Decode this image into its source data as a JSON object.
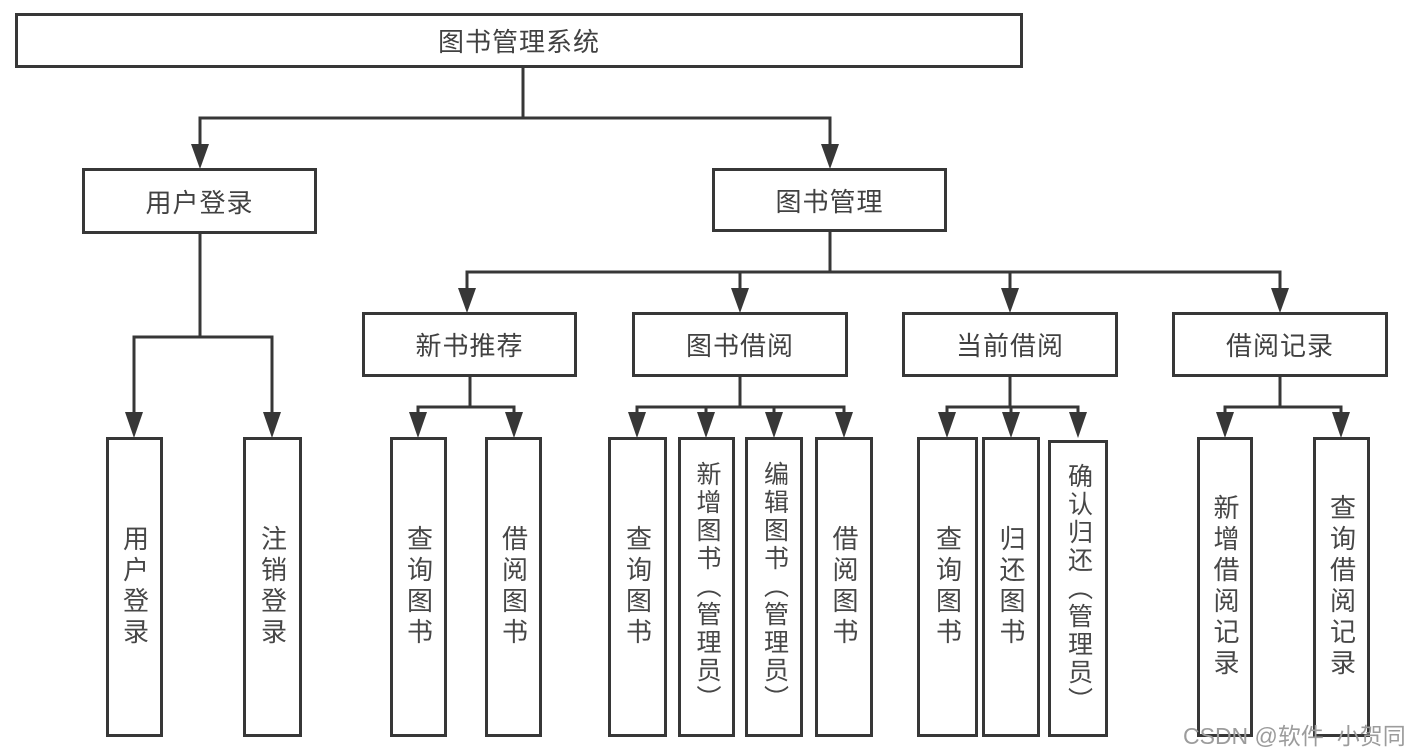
{
  "diagram": {
    "title": "图书管理系统",
    "branches": {
      "user": {
        "label": "用户登录",
        "children": [
          {
            "label": "用户登录"
          },
          {
            "label": "注销登录"
          }
        ]
      },
      "books": {
        "label": "图书管理",
        "groups": [
          {
            "label": "新书推荐",
            "children": [
              {
                "label": "查询图书"
              },
              {
                "label": "借阅图书"
              }
            ]
          },
          {
            "label": "图书借阅",
            "children": [
              {
                "label": "查询图书"
              },
              {
                "label": "新增图书（管理员）"
              },
              {
                "label": "编辑图书（管理员）"
              },
              {
                "label": "借阅图书"
              }
            ]
          },
          {
            "label": "当前借阅",
            "children": [
              {
                "label": "查询图书"
              },
              {
                "label": "归还图书"
              },
              {
                "label": "确认归还（管理员）"
              }
            ]
          },
          {
            "label": "借阅记录",
            "children": [
              {
                "label": "新增借阅记录"
              },
              {
                "label": "查询借阅记录"
              }
            ]
          }
        ]
      }
    }
  },
  "watermark": {
    "text": "CSDN @软件_小贺同学"
  },
  "colors": {
    "line": "#373737",
    "text": "#414141",
    "watermark": "#9c9c9c",
    "background": "#ffffff"
  }
}
